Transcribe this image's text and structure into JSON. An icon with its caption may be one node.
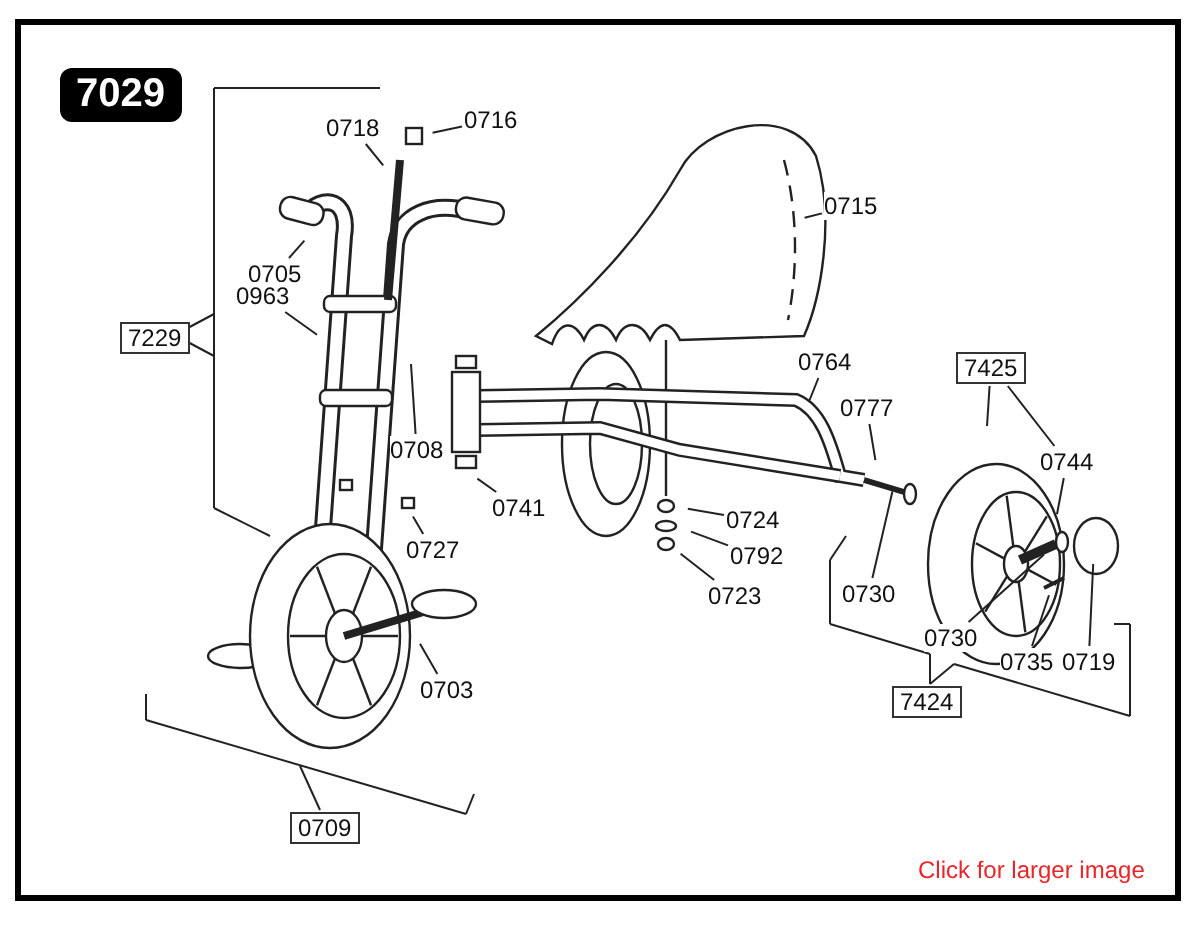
{
  "diagram": {
    "title": "7029",
    "nodes": [
      {
        "text": [
          "0716"
        ]
      },
      {
        "text": [
          "0718"
        ]
      },
      {
        "text": [
          "0715"
        ]
      },
      {
        "text": [
          "0705"
        ]
      },
      {
        "text": [
          "0963"
        ]
      },
      {
        "text": [
          "7229"
        ]
      },
      {
        "text": [
          "7425"
        ]
      },
      {
        "text": [
          "0764"
        ]
      },
      {
        "text": [
          "0777"
        ]
      },
      {
        "text": [
          "0708"
        ]
      },
      {
        "text": [
          "0744"
        ]
      },
      {
        "text": [
          "0741"
        ]
      },
      {
        "text": [
          "0724"
        ]
      },
      {
        "text": [
          "0727"
        ]
      },
      {
        "text": [
          "0792"
        ]
      },
      {
        "text": [
          "0730"
        ]
      },
      {
        "text": [
          "0723"
        ]
      },
      {
        "text": [
          "0730"
        ]
      },
      {
        "text": [
          "0735"
        ]
      },
      {
        "text": [
          "0719"
        ]
      },
      {
        "text": [
          "0703"
        ]
      },
      {
        "text": [
          "7424"
        ]
      },
      {
        "text": [
          "0709"
        ]
      }
    ],
    "edges": [
      {
        "from": 0,
        "to": null,
        "arrow": "none"
      },
      {
        "from": 1,
        "to": null,
        "arrow": "none"
      },
      {
        "from": 2,
        "to": null,
        "arrow": "none"
      },
      {
        "from": 3,
        "to": null,
        "arrow": "none"
      },
      {
        "from": 4,
        "to": null,
        "arrow": "none"
      },
      {
        "from": 6,
        "to": null,
        "arrow": "none"
      },
      {
        "from": 6,
        "to": 10,
        "arrow": "none"
      },
      {
        "from": 7,
        "to": null,
        "arrow": "none"
      },
      {
        "from": 8,
        "to": null,
        "arrow": "none"
      },
      {
        "from": 9,
        "to": null,
        "arrow": "none"
      },
      {
        "from": 10,
        "to": null,
        "arrow": "none"
      },
      {
        "from": 11,
        "to": null,
        "arrow": "none"
      },
      {
        "from": 12,
        "to": null,
        "arrow": "none"
      },
      {
        "from": 13,
        "to": null,
        "arrow": "none"
      },
      {
        "from": 14,
        "to": null,
        "arrow": "none"
      },
      {
        "from": 15,
        "to": null,
        "arrow": "none"
      },
      {
        "from": 16,
        "to": null,
        "arrow": "none"
      },
      {
        "from": 17,
        "to": null,
        "arrow": "none"
      },
      {
        "from": 18,
        "to": null,
        "arrow": "none"
      },
      {
        "from": 19,
        "to": null,
        "arrow": "none"
      },
      {
        "from": 20,
        "to": null,
        "arrow": "none"
      }
    ],
    "labels": [
      "Click for larger image"
    ]
  }
}
